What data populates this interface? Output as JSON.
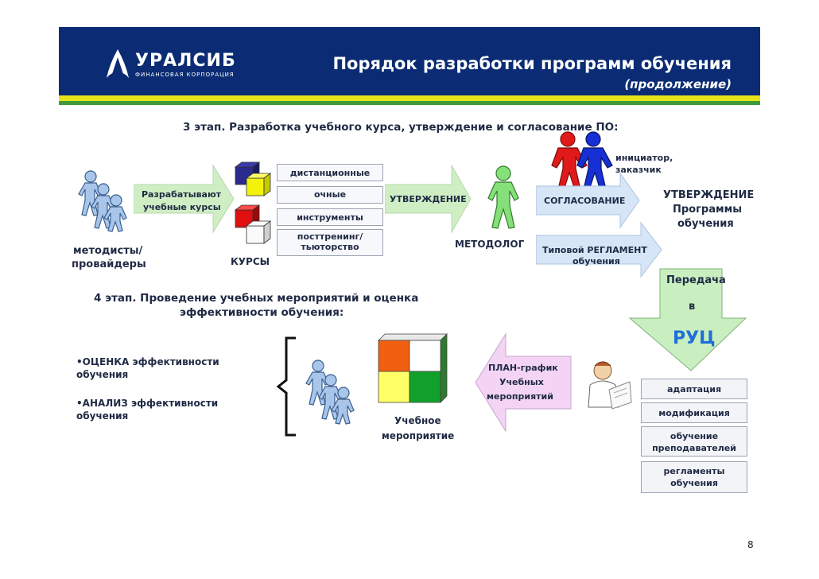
{
  "header": {
    "logo_name": "УРАЛСИБ",
    "logo_subtitle": "ФИНАНСОВАЯ КОРПОРАЦИЯ",
    "title": "Порядок разработки программ обучения",
    "subtitle": "(продолжение)"
  },
  "stage3": {
    "heading": "3 этап. Разработка учебного курса, утверждение и согласование ПО:",
    "methodists_label_1": "методисты/",
    "methodists_label_2": "провайдеры",
    "develop_arrow_1": "Разрабатывают",
    "develop_arrow_2": "учебные курсы",
    "courses_label": "КУРСЫ",
    "course_types": [
      "дистанционные",
      "очные",
      "инструменты",
      "посттренинг/",
      "тьюторство"
    ],
    "approval_arrow": "УТВЕРЖДЕНИЕ",
    "methodologist_label": "МЕТОДОЛОГ",
    "initiator_label_1": "инициатор,",
    "initiator_label_2": "заказчик",
    "agreement_arrow": "СОГЛАСОВАНИЕ",
    "regulation_arrow_1": "Типовой РЕГЛАМЕНТ",
    "regulation_arrow_2": "обучения",
    "program_approval_1": "УТВЕРЖДЕНИЕ",
    "program_approval_2": "Программы",
    "program_approval_3": "обучения",
    "transfer_1": "Передача",
    "transfer_2": "в",
    "transfer_3": "РУЦ"
  },
  "stage4": {
    "heading_1": "4 этап. Проведение учебных мероприятий и оценка",
    "heading_2": "эффективности обучения:",
    "assessment_1": "•ОЦЕНКА эффективности",
    "assessment_2": "обучения",
    "analysis_1": "•АНАЛИЗ эффективности",
    "analysis_2": "обучения",
    "event_label_1": "Учебное",
    "event_label_2": "мероприятие",
    "plan_arrow_1": "ПЛАН-график",
    "plan_arrow_2": "Учебных",
    "plan_arrow_3": "мероприятий",
    "ruc_tasks": [
      "адаптация",
      "модификация",
      "обучение",
      "преподавателей",
      "регламенты",
      "обучения"
    ]
  },
  "page_number": "8",
  "colors": {
    "header_bg": "#0b2c74",
    "stripe_yellow": "#e8e21a",
    "stripe_green": "#3f9b3a",
    "text_dark": "#1f2a44",
    "person_blue": "#a9c6ea",
    "person_green": "#86e07a",
    "person_red": "#e01a1a",
    "person_darkblue": "#1730d6",
    "arrow_lightgreen": "#cfeec4",
    "arrow_lightblue": "#d6e6f7",
    "arrow_lightpink": "#f3d4f5",
    "ruc_arrow": "#c9eec0",
    "ruc_text": "#1f6fd8"
  }
}
